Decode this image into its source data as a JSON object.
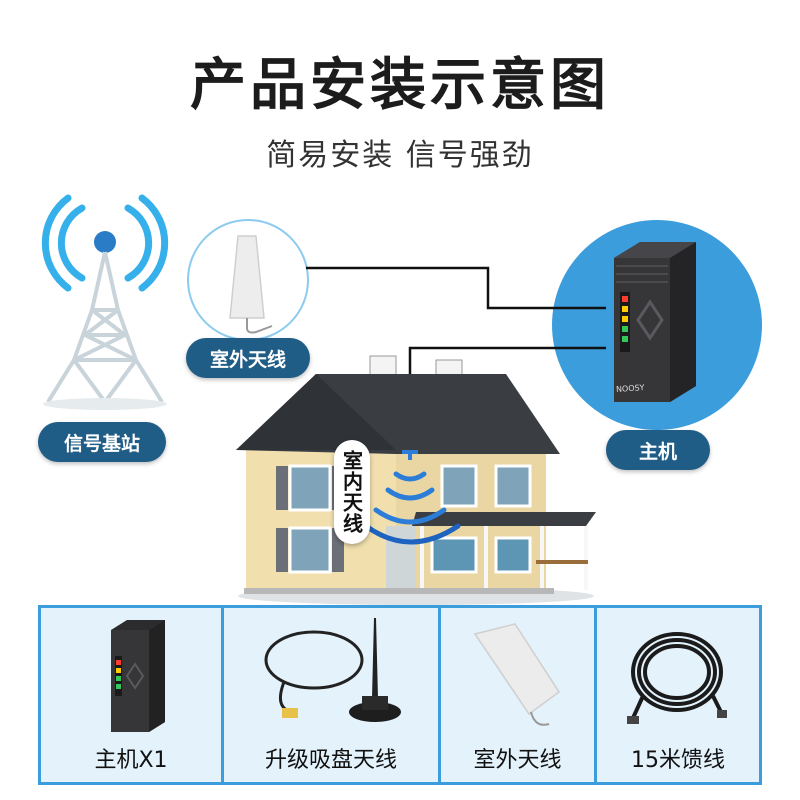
{
  "header": {
    "title": "产品安装示意图",
    "subtitle": "简易安装 信号强劲"
  },
  "diagram": {
    "base_station_label": "信号基站",
    "outdoor_antenna_label": "室外天线",
    "host_label": "主机",
    "indoor_antenna_label": "室内天线",
    "device_brand": "NOOSY"
  },
  "package": {
    "items": [
      {
        "label": "主机X1",
        "icon": "booster-unit-icon"
      },
      {
        "label": "升级吸盘天线",
        "icon": "suction-antenna-icon"
      },
      {
        "label": "室外天线",
        "icon": "panel-antenna-icon"
      },
      {
        "label": "15米馈线",
        "icon": "coiled-cable-icon"
      }
    ]
  },
  "colors": {
    "accent_blue": "#3c9ddd",
    "label_navy": "#1f5c86",
    "panel_bg": "#e3f2fb"
  }
}
